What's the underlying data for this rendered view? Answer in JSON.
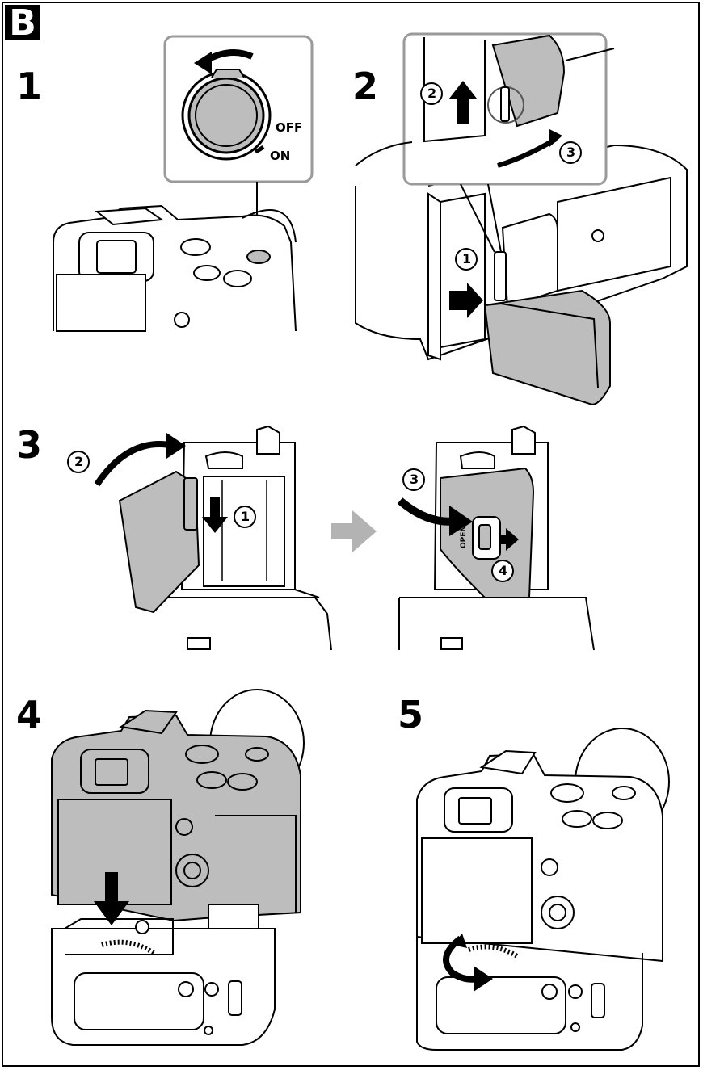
{
  "section_letter": "B",
  "steps": [
    {
      "number": "1",
      "switch_labels": {
        "off": "OFF",
        "on": "ON"
      }
    },
    {
      "number": "2",
      "callouts": [
        "1",
        "2",
        "3"
      ]
    },
    {
      "number": "3",
      "callouts": [
        "1",
        "2",
        "3",
        "4"
      ],
      "latch_label": "OPEN"
    },
    {
      "number": "4"
    },
    {
      "number": "5"
    }
  ],
  "colors": {
    "ink": "#000000",
    "fill_gray": "#bdbdbd",
    "arrow_gray": "#b3b3b3",
    "inset_border": "#9a9a9a"
  }
}
